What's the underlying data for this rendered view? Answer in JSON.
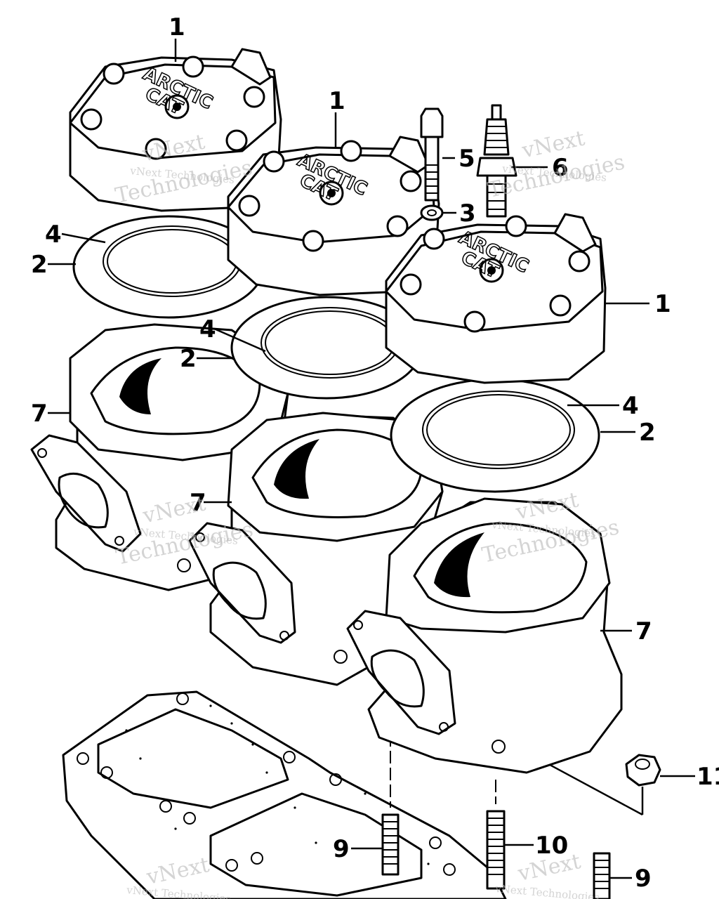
{
  "callouts": [
    {
      "id": "c1a",
      "label": "1"
    },
    {
      "id": "c1b",
      "label": "1"
    },
    {
      "id": "c1c",
      "label": "1"
    },
    {
      "id": "c2a",
      "label": "2"
    },
    {
      "id": "c2b",
      "label": "2"
    },
    {
      "id": "c2c",
      "label": "2"
    },
    {
      "id": "c3",
      "label": "3"
    },
    {
      "id": "c4a",
      "label": "4"
    },
    {
      "id": "c4b",
      "label": "4"
    },
    {
      "id": "c4c",
      "label": "4"
    },
    {
      "id": "c5",
      "label": "5"
    },
    {
      "id": "c6",
      "label": "6"
    },
    {
      "id": "c7a",
      "label": "7"
    },
    {
      "id": "c7b",
      "label": "7"
    },
    {
      "id": "c7c",
      "label": "7"
    },
    {
      "id": "c9a",
      "label": "9"
    },
    {
      "id": "c9b",
      "label": "9"
    },
    {
      "id": "c10",
      "label": "10"
    },
    {
      "id": "c11",
      "label": "11"
    }
  ],
  "head_stamp": {
    "line1": "ARCTIC",
    "line2": "CAT"
  },
  "watermark": {
    "brand": "vNext",
    "line": "Technologies",
    "full": "vNext Technologies"
  }
}
